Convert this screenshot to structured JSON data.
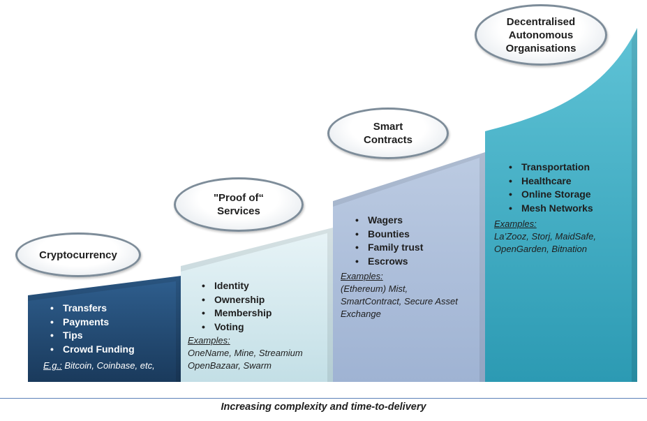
{
  "stages": [
    {
      "title": "Cryptocurrency",
      "items": [
        "Transfers",
        "Payments",
        "Tips",
        "Crowd Funding"
      ],
      "examples_label": "E.g.:",
      "examples_text": " Bitcoin, Coinbase, etc,",
      "fill_top": "#2f5f8f",
      "fill_bottom": "#1a3a5c",
      "text_color": "#ffffff"
    },
    {
      "title": "\"Proof  of“\nServices",
      "items": [
        "Identity",
        "Ownership",
        "Membership",
        "Voting"
      ],
      "examples_label": "Examples:",
      "examples_text": "OneName, Mine, Streamium\nOpenBazaar, Swarm",
      "fill_top": "#e8f4f7",
      "fill_bottom": "#c3dfe6",
      "text_color": "#1e1e1e"
    },
    {
      "title": "Smart\nContracts",
      "items": [
        "Wagers",
        "Bounties",
        "Family trust",
        "Escrows"
      ],
      "examples_label": "Examples:",
      "examples_text": "(Ethereum) Mist,\nSmartContract, Secure Asset\nExchange",
      "fill_top": "#bccbe2",
      "fill_bottom": "#9fb3d3",
      "text_color": "#1e1e1e"
    },
    {
      "title": "Decentralised\nAutonomous\nOrganisations",
      "items": [
        "Transportation",
        "Healthcare",
        "Online Storage",
        "Mesh Networks"
      ],
      "examples_label": "Examples:",
      "examples_text": "La’Zooz, Storj, MaidSafe,\nOpenGarden, Bitnation",
      "fill_top": "#5fc3d6",
      "fill_bottom": "#2c9ab3",
      "text_color": "#1e1e1e"
    }
  ],
  "axis_caption": "Increasing complexity and time-to-delivery"
}
